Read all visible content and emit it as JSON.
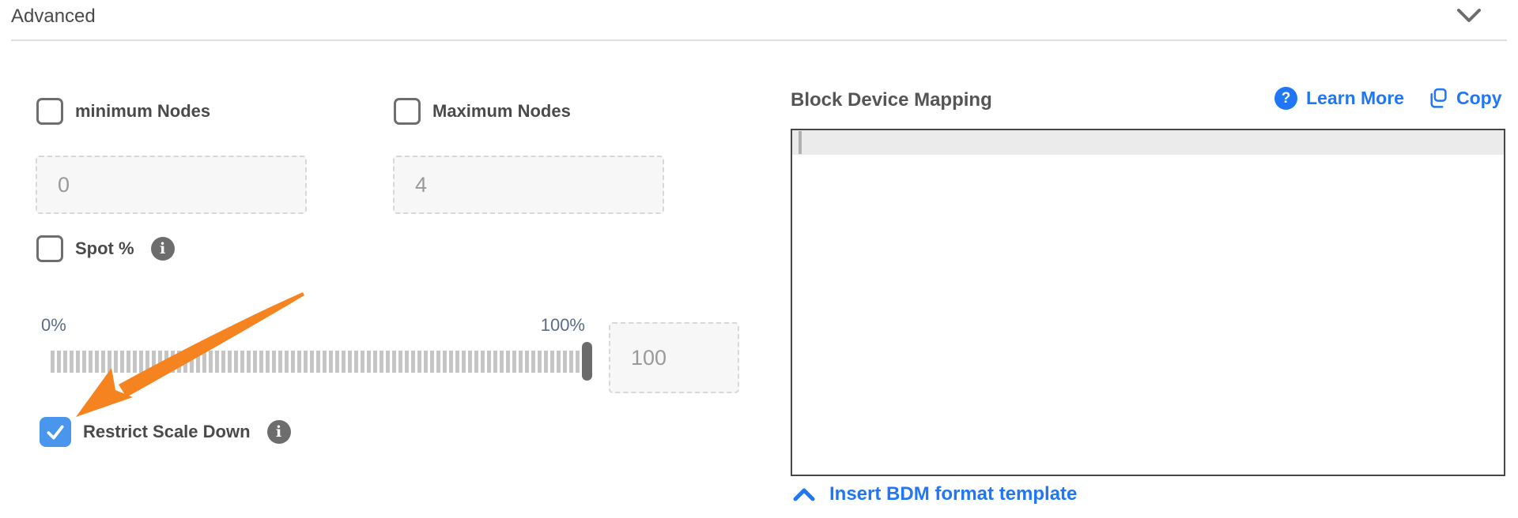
{
  "header": {
    "title": "Advanced"
  },
  "left": {
    "min_nodes": {
      "label": "minimum Nodes",
      "value": "0",
      "checked": false
    },
    "max_nodes": {
      "label": "Maximum Nodes",
      "value": "4",
      "checked": false
    },
    "spot": {
      "label": "Spot %",
      "checked": false
    },
    "slider": {
      "min_label": "0%",
      "max_label": "100%",
      "value": "100"
    },
    "restrict": {
      "label": "Restrict Scale Down",
      "checked": true
    }
  },
  "right": {
    "title": "Block Device Mapping",
    "learn_more_label": "Learn More",
    "copy_label": "Copy",
    "editor_content": "",
    "insert_template_label": "Insert BDM format template"
  },
  "icons": {
    "header_collapse": "chevron-down",
    "spot_hint": "info-circle",
    "restrict_hint": "info-circle",
    "learn_more": "question-circle",
    "copy": "copy-sheets",
    "insert_template": "chevron-up"
  },
  "colors": {
    "link_blue": "#2076f5",
    "checkbox_checked_blue": "#4a96ec",
    "annotation_orange": "#f5831f",
    "slider_label_slate": "#5c6b87",
    "label_gray": "#4a4a4a"
  }
}
